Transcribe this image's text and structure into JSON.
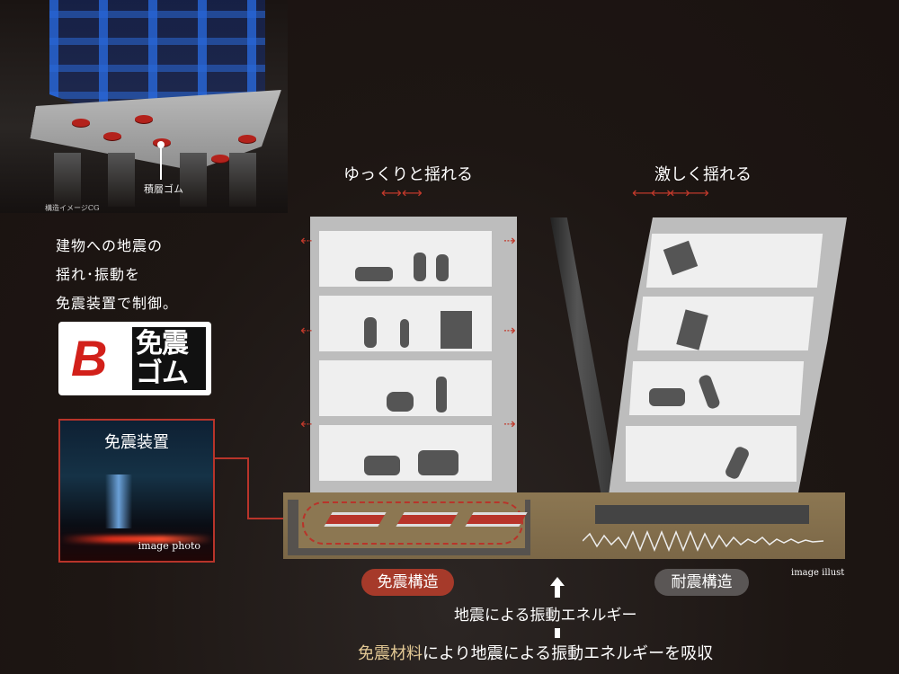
{
  "cg_image": {
    "label": "積層ゴム",
    "caption": "構造イメージCG"
  },
  "intro": {
    "lines": [
      "建物への地震の",
      "揺れ･振動を",
      "免震装置で制御。"
    ]
  },
  "logo": {
    "mark": "B",
    "text": "免震ゴム"
  },
  "photo": {
    "title": "免震装置",
    "caption": "image photo"
  },
  "left_building": {
    "heading": "ゆっくりと揺れる",
    "label": "免震構造",
    "color": "#a63a2a"
  },
  "right_building": {
    "heading": "激しく揺れる",
    "label": "耐震構造",
    "color": "#5a5655"
  },
  "illust_caption": "image illust",
  "energy": {
    "text": "地震による振動エネルギー"
  },
  "absorb": {
    "highlight": "免震材料",
    "rest": "により地震による振動エネルギーを吸収",
    "highlight_color": "#e2c894"
  },
  "colors": {
    "accent_red": "#b8342a",
    "ground": "#8c7752",
    "background": "#1d1512"
  }
}
